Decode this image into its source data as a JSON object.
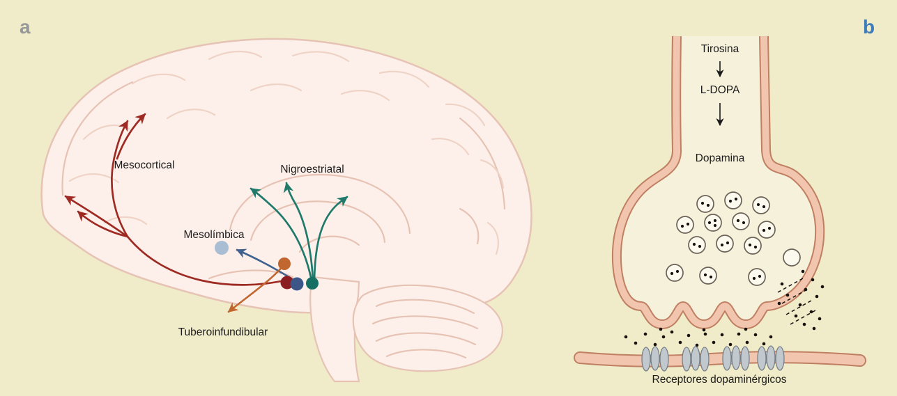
{
  "figure": {
    "panel_a": {
      "label": "a",
      "pathway_labels": {
        "mesocortical": "Mesocortical",
        "nigroestriatal": "Nigroestriatal",
        "mesolimbica": "Mesolímbica",
        "tuberoinfundibular": "Tuberoinfundibular"
      },
      "pathway_colors": {
        "mesocortical": "#9e2b23",
        "nigroestriatal": "#1f7a6b",
        "mesolimbica": "#41618f",
        "tuberoinfundibular": "#c0662e",
        "mesolimbica_target_dot": "#a9bdd3",
        "origin_dot_red": "#8a1e22",
        "origin_dot_blue": "#3c5687",
        "origin_dot_teal": "#156f63",
        "origin_dot_orange": "#c0662e"
      }
    },
    "panel_b": {
      "label": "b",
      "synthesis_steps": [
        "Tirosina",
        "L-DOPA",
        "Dopamina"
      ],
      "receptors_label": "Receptores dopaminérgicos"
    },
    "background_color": "#f0ebc8",
    "brain_fill_color": "#fdf0ea",
    "brain_outline_color": "#e6c3b4",
    "membrane_fill_color": "#f2c6ae",
    "membrane_outline_color": "#bf7f63"
  }
}
